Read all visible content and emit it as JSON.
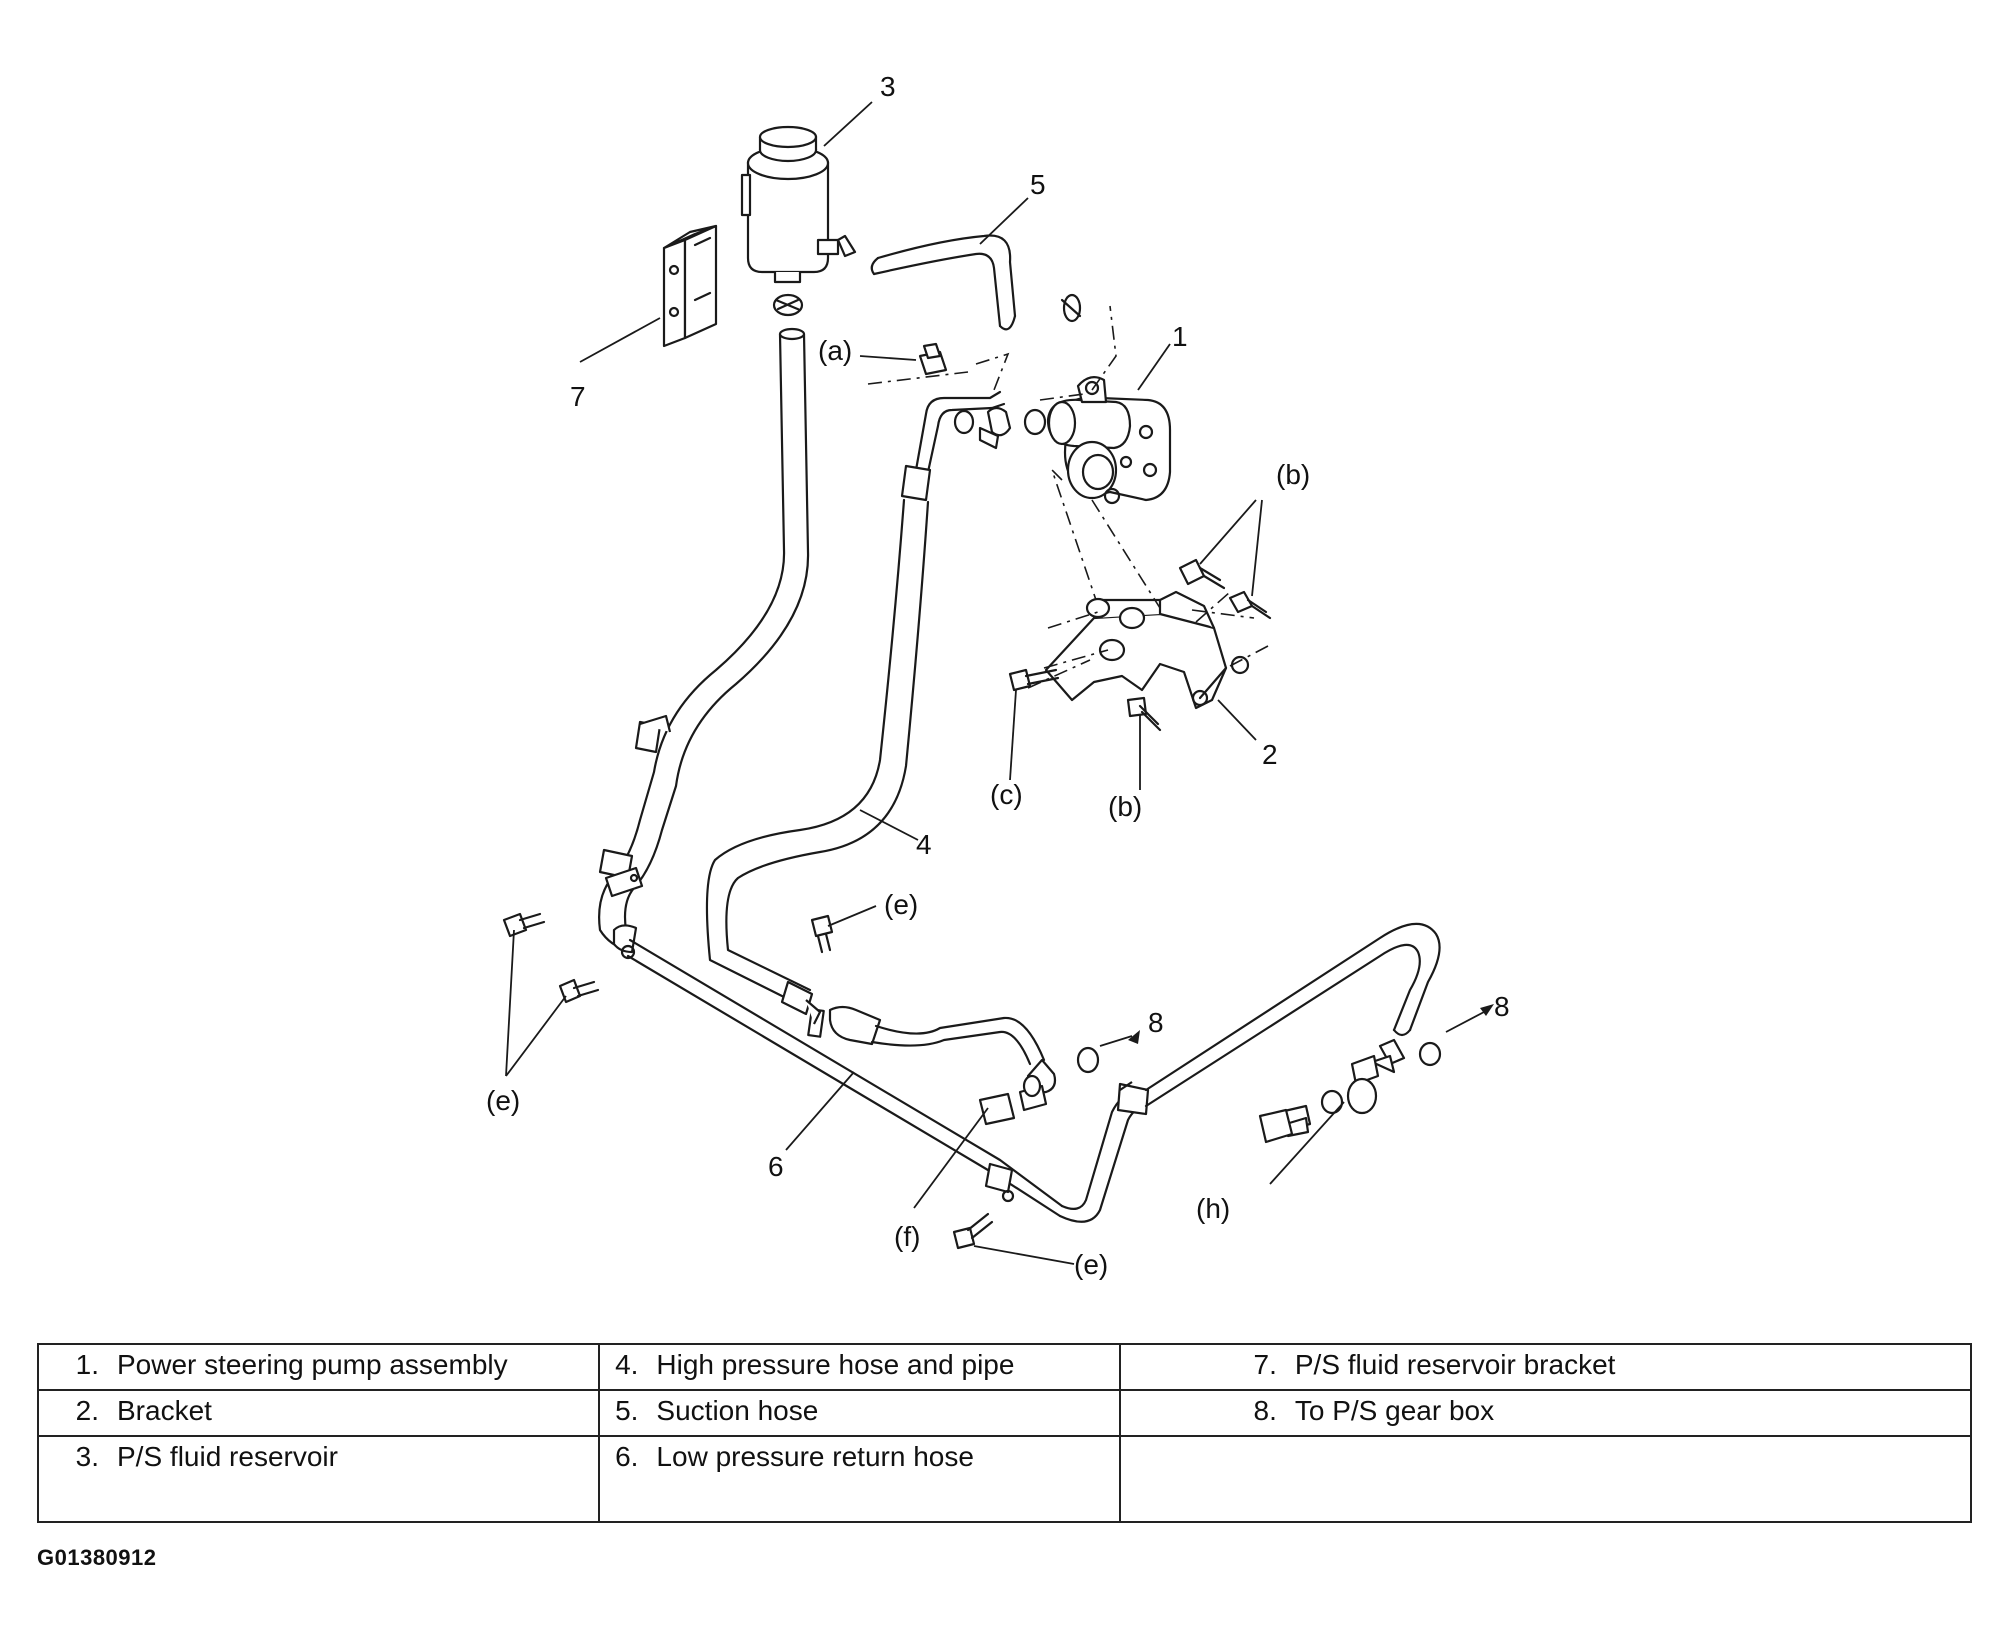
{
  "callouts": {
    "n1": "1",
    "n2": "2",
    "n3": "3",
    "n4": "4",
    "n5": "5",
    "n6": "6",
    "n7": "7",
    "n8a": "8",
    "n8b": "8",
    "a": "(a)",
    "b_top": "(b)",
    "b_bottom": "(b)",
    "c": "(c)",
    "e_left": "(e)",
    "e_mid": "(e)",
    "e_bottom": "(e)",
    "f": "(f)",
    "h": "(h)"
  },
  "legend": {
    "rows": [
      [
        {
          "num": "1.",
          "text": "Power steering pump assembly"
        },
        {
          "num": "4.",
          "text": "High pressure hose and pipe"
        },
        {
          "num": "7.",
          "text": "P/S fluid reservoir bracket"
        }
      ],
      [
        {
          "num": "2.",
          "text": "Bracket"
        },
        {
          "num": "5.",
          "text": "Suction hose"
        },
        {
          "num": "8.",
          "text": "To P/S gear box"
        }
      ],
      [
        {
          "num": "3.",
          "text": "P/S fluid reservoir"
        },
        {
          "num": "6.",
          "text": "Low pressure return hose"
        },
        {
          "num": "",
          "text": ""
        }
      ]
    ]
  },
  "figure_code": "G01380912"
}
